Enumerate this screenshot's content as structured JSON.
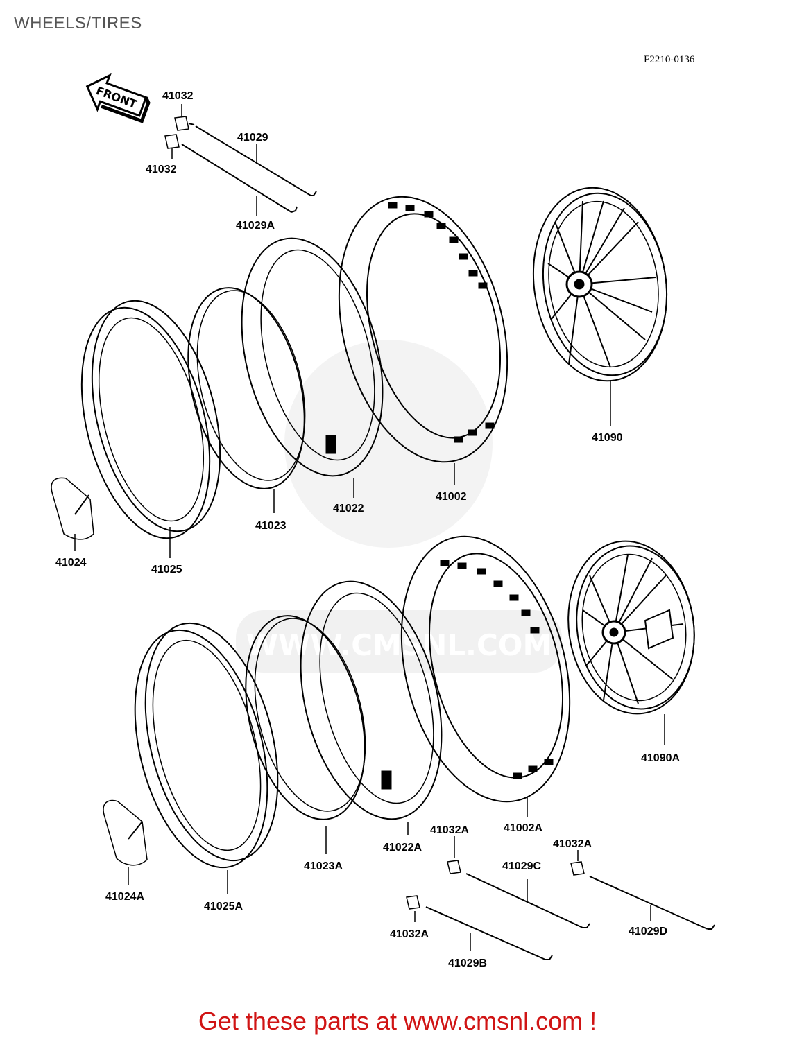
{
  "title": "WHEELS/TIRES",
  "diagram_code": "F2210-0136",
  "front_arrow_label": "FRONT",
  "watermark": "WWW.CMSNL.COM",
  "footer": "Get these parts at www.cmsnl.com !",
  "part_labels": {
    "p41032_a": "41032",
    "p41032_b": "41032",
    "p41029": "41029",
    "p41029A": "41029A",
    "p41090": "41090",
    "p41002": "41002",
    "p41022": "41022",
    "p41023": "41023",
    "p41024": "41024",
    "p41025": "41025",
    "p41090A": "41090A",
    "p41002A": "41002A",
    "p41022A": "41022A",
    "p41023A": "41023A",
    "p41024A": "41024A",
    "p41025A": "41025A",
    "p41032A_a": "41032A",
    "p41032A_b": "41032A",
    "p41032A_c": "41032A",
    "p41029C": "41029C",
    "p41029D": "41029D",
    "p41029B": "41029B"
  }
}
